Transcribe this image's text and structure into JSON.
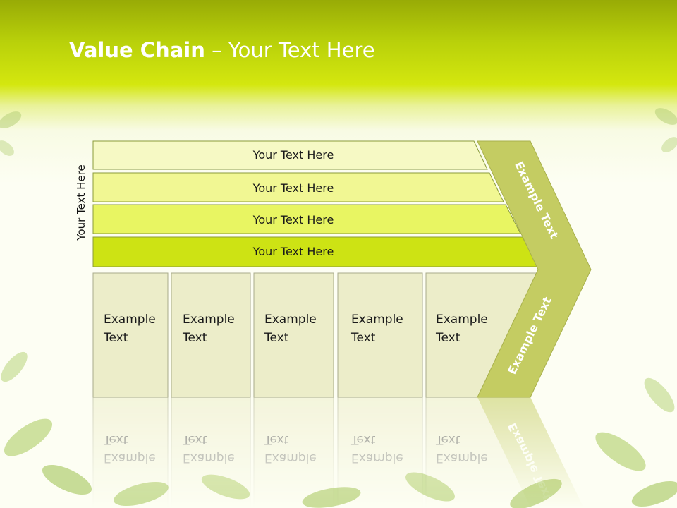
{
  "title": {
    "bold": "Value Chain",
    "rest": " – Your Text Here"
  },
  "side_label": "Your Text Here",
  "bars": [
    {
      "label": "Your Text Here",
      "color": "#f6f9c4"
    },
    {
      "label": "Your Text Here",
      "color": "#f1f793"
    },
    {
      "label": "Your Text Here",
      "color": "#e8f562"
    },
    {
      "label": "Your Text Here",
      "color": "#cde314"
    }
  ],
  "cells": [
    {
      "line1": "Example",
      "line2": "Text"
    },
    {
      "line1": "Example",
      "line2": "Text"
    },
    {
      "line1": "Example",
      "line2": "Text"
    },
    {
      "line1": "Example",
      "line2": "Text"
    },
    {
      "line1": "Example",
      "line2": "Text"
    }
  ],
  "chevron": {
    "upper_text": "Example Text",
    "lower_text": "Example Text",
    "color": "#c4cc62"
  },
  "colors": {
    "cell_fill": "#ecedc9",
    "cell_stroke": "#a9ab8b",
    "leaf": "#9ec13a"
  }
}
